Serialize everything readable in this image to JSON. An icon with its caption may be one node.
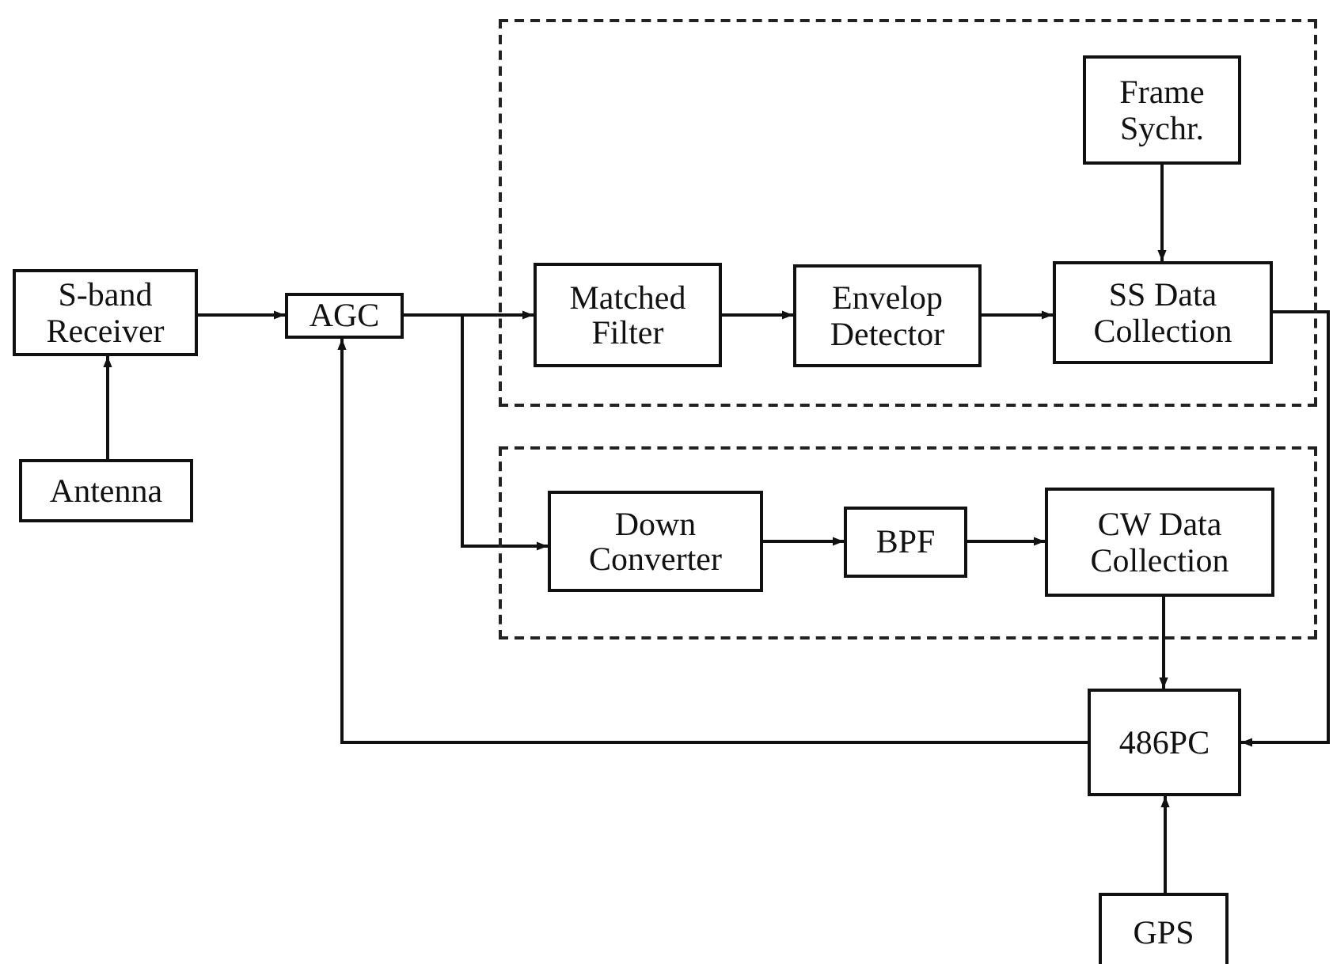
{
  "diagram": {
    "nodes": [
      {
        "text": [
          "S-band Receiver"
        ]
      },
      {
        "text": [
          "AGC"
        ]
      },
      {
        "text": [
          "Antenna"
        ]
      },
      {
        "text": [],
        "shape": "box"
      },
      {
        "text": [
          "Matched Filter"
        ],
        "in": 3
      },
      {
        "text": [
          "Envelop Detector"
        ],
        "in": 3
      },
      {
        "text": [
          "Frame Sychr."
        ],
        "in": 3
      },
      {
        "text": [
          "SS Data Collection"
        ],
        "in": 3
      },
      {
        "text": [],
        "shape": "box"
      },
      {
        "text": [
          "Down Converter"
        ],
        "in": 8
      },
      {
        "text": [
          "BPF"
        ],
        "in": 8
      },
      {
        "text": [
          "CW Data Collection"
        ],
        "in": 8
      },
      {
        "text": [
          "486PC"
        ]
      },
      {
        "text": [
          "GPS"
        ]
      }
    ],
    "edges": [
      {
        "from": 0,
        "to": 1,
        "arrow": "to"
      },
      {
        "from": 2,
        "to": 0,
        "arrow": "to"
      },
      {
        "from": 1,
        "to": 4,
        "arrow": "to"
      },
      {
        "from": 1,
        "to": 9,
        "arrow": "to"
      },
      {
        "from": 4,
        "to": 5,
        "arrow": "to"
      },
      {
        "from": 5,
        "to": 7,
        "arrow": "to"
      },
      {
        "from": 6,
        "to": 7,
        "arrow": "to"
      },
      {
        "from": 7,
        "to": 12,
        "arrow": "to"
      },
      {
        "from": 11,
        "to": 12,
        "arrow": "to"
      },
      {
        "from": 12,
        "to": 1,
        "arrow": "to"
      },
      {
        "from": 13,
        "to": 12,
        "arrow": "to"
      },
      {
        "from": 9,
        "to": 10,
        "arrow": "to"
      },
      {
        "from": 10,
        "to": 11,
        "arrow": "to"
      }
    ]
  }
}
